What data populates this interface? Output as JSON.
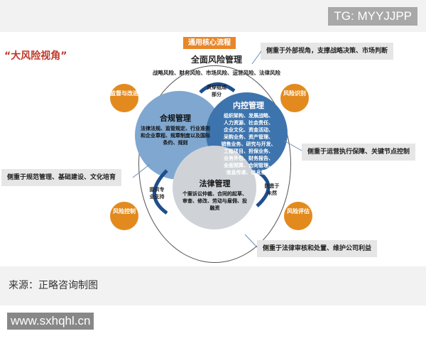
{
  "header": {
    "tag": "TG: MYYJJPP"
  },
  "diagram": {
    "title": "“大风险视角”",
    "flow_label": "通用核心流程",
    "main": "全面风险管理",
    "risks": "战略风险、财务风险、市场风险、运营风险、法律风险",
    "compliance": {
      "name": "合规管理",
      "text": "法律法规、监管规定、行业准则和企业章程、规章制度以及国际条约、规则"
    },
    "internal": {
      "name": "内控管理",
      "lines": [
        "组织架构、发展战略、",
        "人力资源、社会责任、",
        "企业文化、资金活动、",
        "采购业务、资产管理、",
        "销售业务、研究与开发、",
        "工程项目、担保业务、",
        "业务外包、财务报告、",
        "全面预算、合同管理、",
        "信息传递、信息系统"
      ]
    },
    "legal": {
      "name": "法律管理",
      "text": "个案诉讼仲裁、合同的起草、审查、修改、劳动与雇佣、投融资"
    },
    "arrows": {
      "top": "贯穿组成部分",
      "left": "提供专业支持",
      "right": "防患于未然"
    },
    "stages": [
      "监督与改进",
      "风险识别",
      "风险控制",
      "风险评估"
    ],
    "callouts": [
      "侧重于外部视角，支撑战略决策、市场判断",
      "侧重于运营执行保障、关键节点控制",
      "侧重于规范管理、基础建设、文化培育",
      "侧重于法律审核和处置、维护公司利益"
    ],
    "colors": {
      "orange": "#e38a1e",
      "blue_light": "#7fa7d0",
      "blue_dark": "#3e74ad",
      "gray": "#cfd3d8"
    }
  },
  "caption": "来源：正略咨询制图",
  "footer": {
    "url": "www.sxhqhl.cn"
  }
}
